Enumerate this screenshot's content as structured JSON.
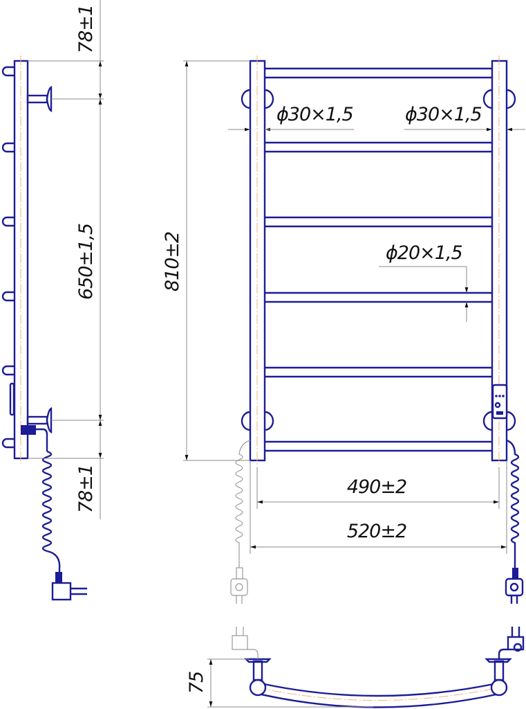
{
  "side_view": {
    "dim_top_offset": "78±1",
    "dim_mount_spacing": "650±1,5",
    "dim_bottom_offset": "78±1"
  },
  "front_view": {
    "dim_height": "810±2",
    "dim_left_post": "ϕ30×1,5",
    "dim_right_post": "ϕ30×1,5",
    "dim_rail": "ϕ20×1,5",
    "dim_rail_width": "490±2",
    "dim_total_width": "520±2"
  },
  "top_view": {
    "dim_depth": "75"
  },
  "colors": {
    "part": "#1c1c96",
    "dimension": "#8a8a8a",
    "centerline": "#f2b27a"
  }
}
